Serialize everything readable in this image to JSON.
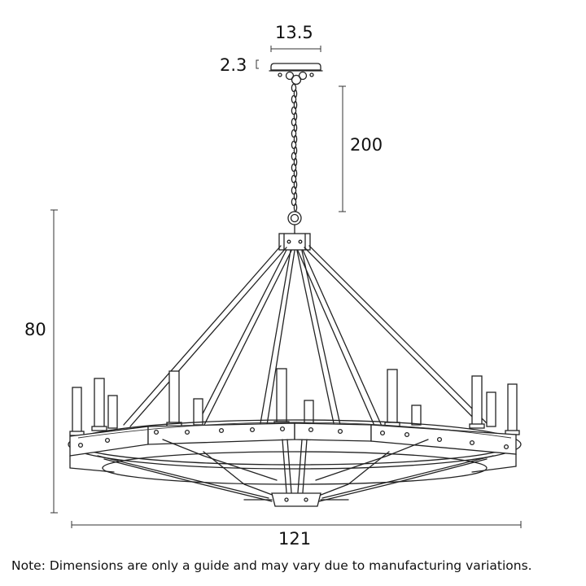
{
  "dimensions": {
    "canopy_width": "13.5",
    "canopy_height": "2.3",
    "drop_length": "200",
    "body_height": "80",
    "body_width": "121"
  },
  "note": "Note: Dimensions are only a guide and may vary due to manufacturing variations."
}
